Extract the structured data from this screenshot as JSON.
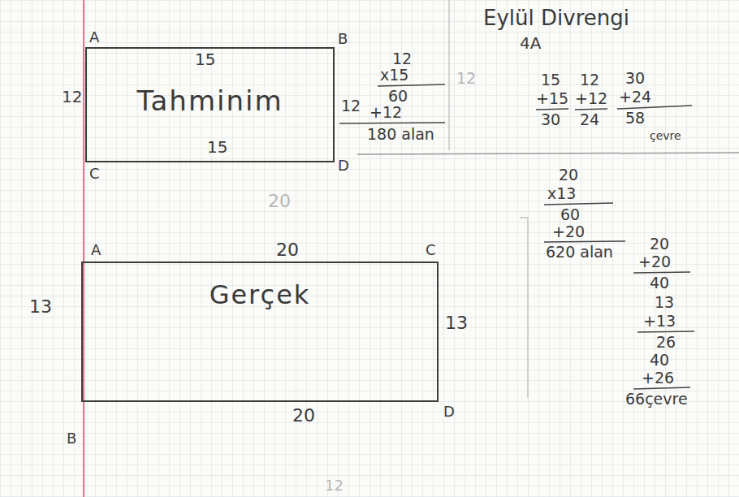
{
  "diagram": {
    "nodes": [
      {
        "text": [
          "Tahminim"
        ]
      },
      {
        "text": [
          "Gerçek"
        ]
      }
    ],
    "edges": [],
    "labels": [
      "Eylül Divrengi",
      "4A",
      "A",
      "B",
      "C",
      "D",
      "15",
      "12",
      "15",
      "12",
      "x15",
      "60",
      "12",
      "12",
      "+12",
      "180 alan",
      "15",
      "+15",
      "30",
      "12",
      "+12",
      "24",
      "30",
      "+24",
      "58",
      "çevre",
      "20",
      "A",
      "20",
      "C",
      "13",
      "13",
      "20",
      "B",
      "D",
      "20",
      "x13",
      "60",
      "+20",
      "620 alan",
      "20",
      "+20",
      "40",
      "13",
      "+13",
      "26",
      "40",
      "+26",
      "66çevre",
      "12"
    ]
  }
}
